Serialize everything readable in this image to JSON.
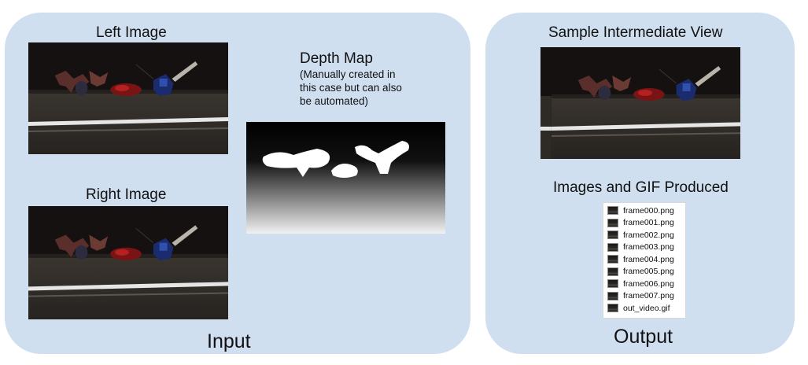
{
  "input": {
    "title": "Input",
    "left_label": "Left Image",
    "right_label": "Right Image",
    "depth_title": "Depth Map",
    "depth_note": "(Manually created in this case but can also be automated)"
  },
  "output": {
    "title": "Output",
    "view_label": "Sample Intermediate View",
    "files_label": "Images and GIF Produced",
    "files": [
      "frame000.png",
      "frame001.png",
      "frame002.png",
      "frame003.png",
      "frame004.png",
      "frame005.png",
      "frame006.png",
      "frame007.png",
      "out_video.gif"
    ]
  },
  "colors": {
    "panel": "#cfdff0",
    "photo_dark": "#151210",
    "road_stripe": "#e8e8e8"
  }
}
